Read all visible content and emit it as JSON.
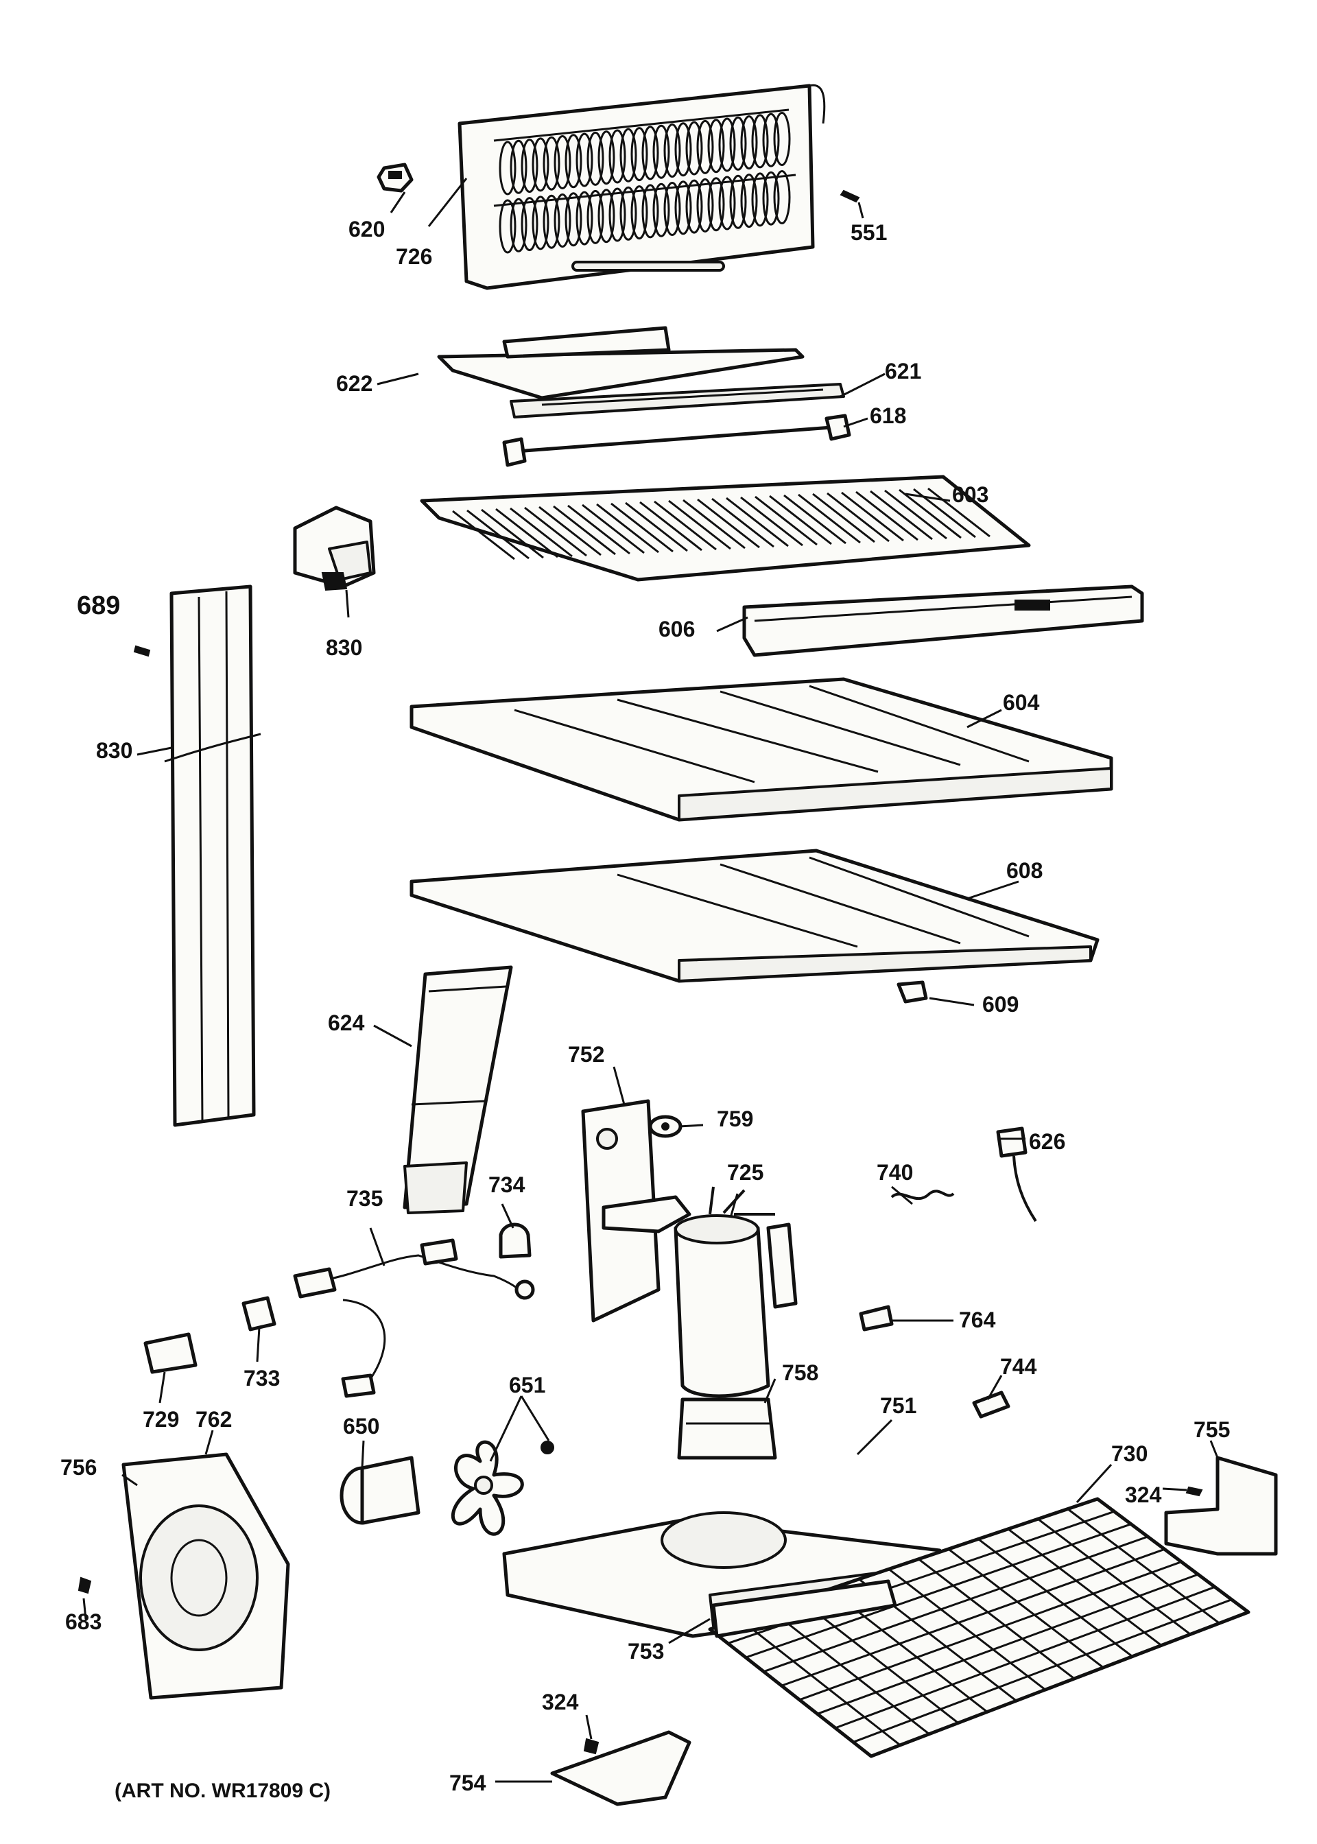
{
  "labels": {
    "p551": "551",
    "p620": "620",
    "p726": "726",
    "p622": "622",
    "p621": "621",
    "p618": "618",
    "p603": "603",
    "p830a": "830",
    "p689": "689",
    "p606": "606",
    "p830b": "830",
    "p604": "604",
    "p608": "608",
    "p609": "609",
    "p624": "624",
    "p752": "752",
    "p759": "759",
    "p725": "725",
    "p626": "626",
    "p740": "740",
    "p735": "735",
    "p734": "734",
    "p764": "764",
    "p733": "733",
    "p729": "729",
    "p758": "758",
    "p744": "744",
    "p651": "651",
    "p650": "650",
    "p751": "751",
    "p762": "762",
    "p755": "755",
    "p756": "756",
    "p730": "730",
    "p324a": "324",
    "p683": "683",
    "p753": "753",
    "p324b": "324",
    "p754": "754"
  },
  "art_no": "(ART NO. WR17809 C)"
}
